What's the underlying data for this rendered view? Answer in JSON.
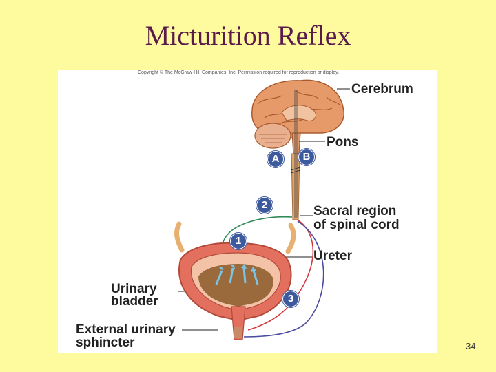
{
  "slide": {
    "title": "Micturition Reflex",
    "page_number": "34"
  },
  "figure": {
    "copyright": "Copyright © The McGraw-Hill Companies, Inc. Permission required for reproduction or display.",
    "labels": {
      "cerebrum": "Cerebrum",
      "pons": "Pons",
      "sacral_line1": "Sacral region",
      "sacral_line2": "of spinal cord",
      "ureter": "Ureter",
      "bladder_line1": "Urinary",
      "bladder_line2": "bladder",
      "sphincter_line1": "External urinary",
      "sphincter_line2": "sphincter"
    },
    "badges": {
      "a": "A",
      "b": "B",
      "one": "1",
      "two": "2",
      "three": "3"
    },
    "colors": {
      "badge": "#3d5a9e",
      "sensory_pathway": "#2e8b57",
      "motor_pathway_red": "#d2373c",
      "motor_pathway_blue": "#4a4a9e"
    }
  }
}
